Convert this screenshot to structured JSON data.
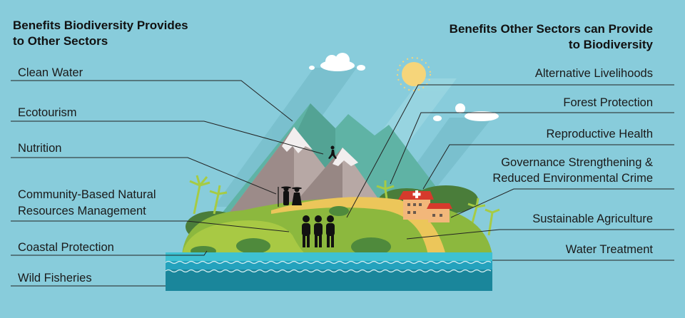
{
  "left": {
    "heading": [
      "Benefits Biodiversity Provides",
      "to Other Sectors"
    ],
    "items": [
      "Clean Water",
      "Ecotourism",
      "Nutrition",
      "Community-Based Natural",
      "Resources Management",
      "Coastal Protection",
      "Wild Fisheries"
    ]
  },
  "right": {
    "heading": [
      "Benefits Other Sectors can Provide",
      "to Biodiversity"
    ],
    "items": [
      "Alternative Livelihoods",
      "Forest Protection",
      "Reproductive Health",
      "Governance Strengthening &",
      "Reduced Environmental Crime",
      "Sustainable Agriculture",
      "Water Treatment"
    ]
  },
  "colors": {
    "background": "#88ccdb",
    "sea": "#2aa5bd",
    "grass": "#8cb83e",
    "sand": "#ecc65a",
    "roof": "#d63a2c"
  }
}
